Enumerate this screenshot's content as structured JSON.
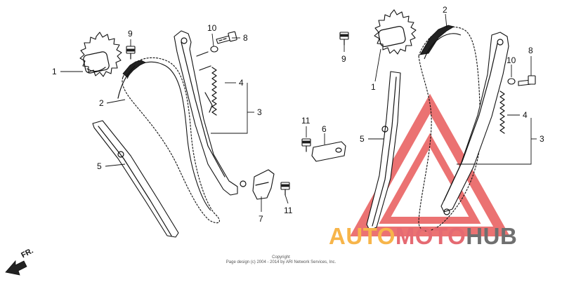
{
  "diagram": {
    "part_labels": {
      "left": {
        "p1": "1",
        "p2": "2",
        "p3": "3",
        "p4": "4",
        "p5": "5",
        "p7": "7",
        "p8": "8",
        "p9": "9",
        "p10": "10",
        "p11": "11"
      },
      "middle": {
        "p6": "6",
        "p11": "11"
      },
      "right": {
        "p1": "1",
        "p2": "2",
        "p3": "3",
        "p4": "4",
        "p5": "5",
        "p8": "8",
        "p9": "9",
        "p10": "10"
      }
    },
    "direction_label": "FR.",
    "copyright": {
      "line1": "Copyright",
      "line2": "Page design (c) 2004 - 2014 by ARI Network Services, Inc."
    }
  },
  "watermark": {
    "part1": "AUTO",
    "part2": "MOTO",
    "part3": "HUB",
    "colors": {
      "auto": "#f7b54a",
      "moto": "#e56a72",
      "hub": "#6f6f6f",
      "triangle": "#e85a5a"
    }
  }
}
